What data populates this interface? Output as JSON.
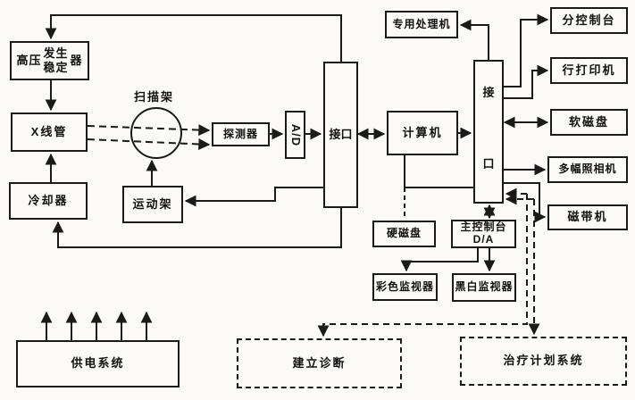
{
  "diagram": {
    "title": "CT system block diagram (scanned, Chinese)",
    "colors": {
      "line": "#1a1a1a",
      "background": "#fbfaf6",
      "text": "#111111"
    },
    "nodes": {
      "hv_stabilizer": {
        "top": "发生",
        "left": "高压",
        "bottom": "稳定",
        "right": "器"
      },
      "xray_tube": "X线管",
      "cooler": "冷却器",
      "scan_gantry": "扫描架",
      "motion_frame": "运动架",
      "detector": "探测器",
      "ad_converter": "A/D",
      "interface_left": "接口",
      "computer": "计算机",
      "special_processor": "专用处理机",
      "interface_right": {
        "top": "接",
        "bottom": "口"
      },
      "sub_console": "分控制台",
      "line_printer": "行打印机",
      "floppy_disk": "软磁盘",
      "multi_format_camera": "多幅照相机",
      "tape_drive": "磁带机",
      "hard_disk": "硬磁盘",
      "main_console": {
        "line1": "主控制台",
        "line2": "D/A"
      },
      "color_monitor": "彩色监视器",
      "bw_monitor": "黑白监视器",
      "power_system": "供电系统",
      "diagnosis": "建立诊断",
      "treatment_planning": "治疗计划系统"
    }
  }
}
